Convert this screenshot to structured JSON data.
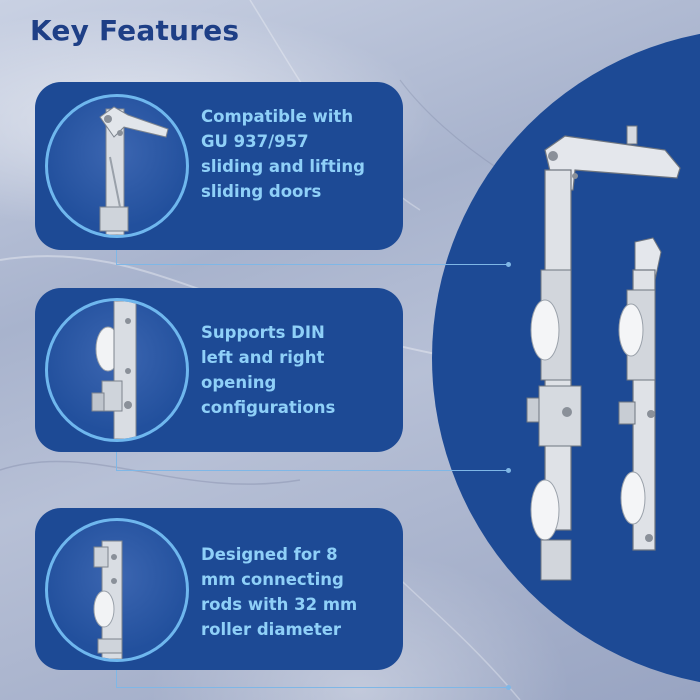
{
  "page": {
    "title": "Key Features",
    "colors": {
      "title": "#1e3f86",
      "panel": "#1d4a95",
      "feature_text": "#8fd0f8",
      "ring": "#6fb7ee"
    }
  },
  "features": [
    {
      "icon": "glazing-hardware-top-icon",
      "lines": [
        "Compatible with",
        "GU 937/957",
        "sliding and lifting",
        "sliding doors"
      ]
    },
    {
      "icon": "roller-carriage-icon",
      "lines": [
        "Supports DIN",
        "left and right",
        "opening",
        "configurations"
      ]
    },
    {
      "icon": "connecting-rod-icon",
      "lines": [
        "Designed for 8",
        "mm connecting",
        "rods with 32 mm",
        "roller diameter"
      ]
    }
  ]
}
